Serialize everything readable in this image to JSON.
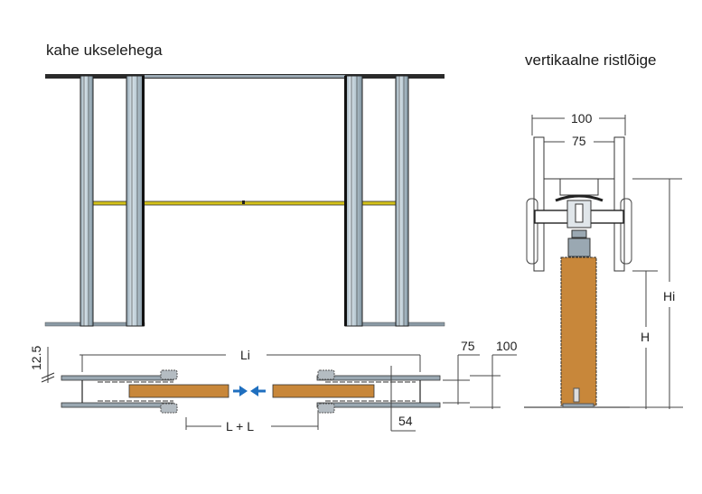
{
  "titles": {
    "front_view": "kahe ukselehega",
    "section_view": "vertikaalne ristlõige"
  },
  "plan_dimensions": {
    "frame_thickness": "12.5",
    "inner_width": "Li",
    "leaf_width_sum": "L + L",
    "depth_75": "75",
    "depth_100": "100",
    "offset_54": "54"
  },
  "section_dimensions": {
    "outer_width": "100",
    "inner_width": "75",
    "inner_height": "Hi",
    "door_height": "H"
  },
  "colors": {
    "wood": "#c8873a",
    "profile": "#b9c9d3",
    "yellow_rail": "#d4c21a",
    "arrow": "#1f6fbf",
    "line": "#222222"
  }
}
